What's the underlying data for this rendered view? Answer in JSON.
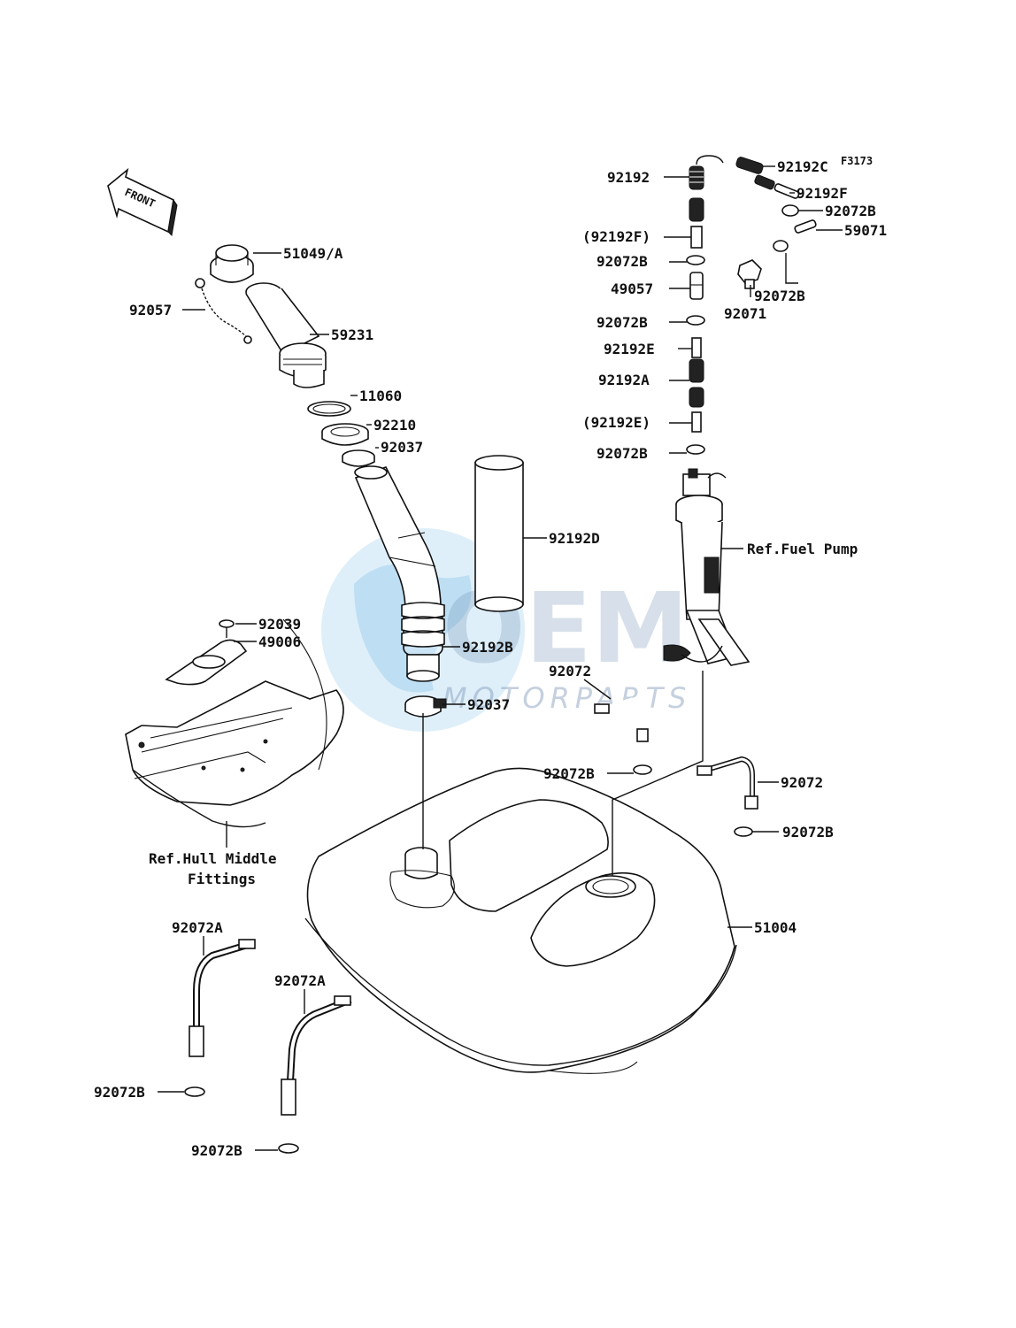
{
  "figure_code": "F3173",
  "front_arrow_label": "FRONT",
  "watermark": {
    "brand": "OEM",
    "sub": "MOTORPARTS",
    "globe_color": "#4aa6e0"
  },
  "labels": {
    "p51049A": "51049/A",
    "p92057": "92057",
    "p59231": "59231",
    "p11060": "11060",
    "p92210": "92210",
    "p92037a": "92037",
    "p92192D": "92192D",
    "p92039": "92039",
    "p49006": "49006",
    "p92192B": "92192B",
    "p92037b": "92037",
    "ref_hull_line1": "Ref.Hull Middle",
    "ref_hull_line2": "Fittings",
    "p92192": "92192",
    "p92192C": "92192C",
    "p92192F": "92192F",
    "p92072B_top": "92072B",
    "p59071": "59071",
    "p92192F_paren": "(92192F)",
    "p92072B_1": "92072B",
    "p49057": "49057",
    "p92072B_2": "92072B",
    "p92192E": "92192E",
    "p92192A": "92192A",
    "p92192E_paren": "(92192E)",
    "p92072B_3": "92072B",
    "p92072B_right": "92072B",
    "p92071": "92071",
    "ref_fuel_pump": "Ref.Fuel Pump",
    "p92072_mid": "92072",
    "p92072B_mid": "92072B",
    "p92072_right": "92072",
    "p92072B_lowright": "92072B",
    "p51004": "51004",
    "p92072A_left": "92072A",
    "p92072A_mid": "92072A",
    "p92072B_lowleft1": "92072B",
    "p92072B_lowleft2": "92072B"
  }
}
